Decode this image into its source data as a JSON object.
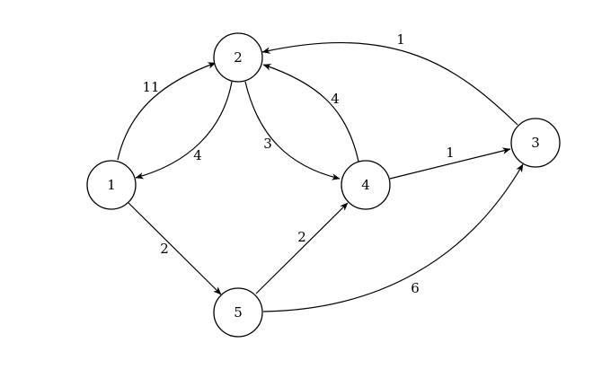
{
  "graph": {
    "directed": true,
    "nodes": [
      {
        "id": "1",
        "label": "1"
      },
      {
        "id": "2",
        "label": "2"
      },
      {
        "id": "3",
        "label": "3"
      },
      {
        "id": "4",
        "label": "4"
      },
      {
        "id": "5",
        "label": "5"
      }
    ],
    "edges": [
      {
        "from": "1",
        "to": "2",
        "weight": "11"
      },
      {
        "from": "2",
        "to": "1",
        "weight": "4"
      },
      {
        "from": "2",
        "to": "4",
        "weight": "3"
      },
      {
        "from": "4",
        "to": "2",
        "weight": "4"
      },
      {
        "from": "3",
        "to": "2",
        "weight": "1"
      },
      {
        "from": "4",
        "to": "3",
        "weight": "1"
      },
      {
        "from": "1",
        "to": "5",
        "weight": "2"
      },
      {
        "from": "5",
        "to": "4",
        "weight": "2"
      },
      {
        "from": "5",
        "to": "3",
        "weight": "6"
      }
    ]
  }
}
